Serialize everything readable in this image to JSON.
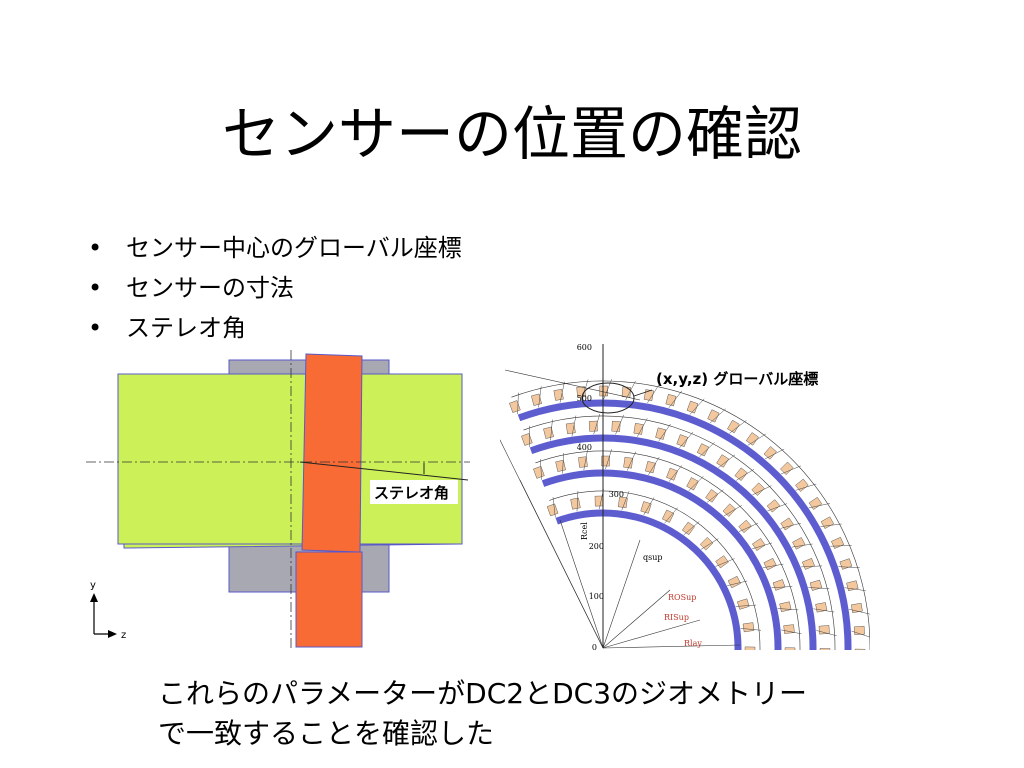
{
  "slide": {
    "title": "センサーの位置の確認",
    "bullets": [
      "センサー中心のグローバル座標",
      "センサーの寸法",
      "ステレオ角"
    ],
    "caption_line1": "これらのパラメーターがDC2とDC3のジオメトリー",
    "caption_line2": "で一致することを確認した"
  },
  "sensor_figure": {
    "stereo_label": "ステレオ角",
    "axis_y": "y",
    "axis_z": "z",
    "colors": {
      "sensor": "#ccf158",
      "strip": "#f96b34",
      "frame": "#a8a8b2",
      "outline": "#5a58c8"
    }
  },
  "geometry_figure": {
    "global_label": "(x,y,z) グローバル座標",
    "axis_ticks": [
      "600",
      "500",
      "400",
      "300",
      "200",
      "100",
      "0"
    ],
    "axis_label": "Rcel",
    "labels": [
      "qsup",
      "ROSup",
      "RISup",
      "Rlay"
    ],
    "colors": {
      "ring": "#5d5dcf",
      "cell": "#f3c89f",
      "label_red": "#c0392b"
    }
  }
}
